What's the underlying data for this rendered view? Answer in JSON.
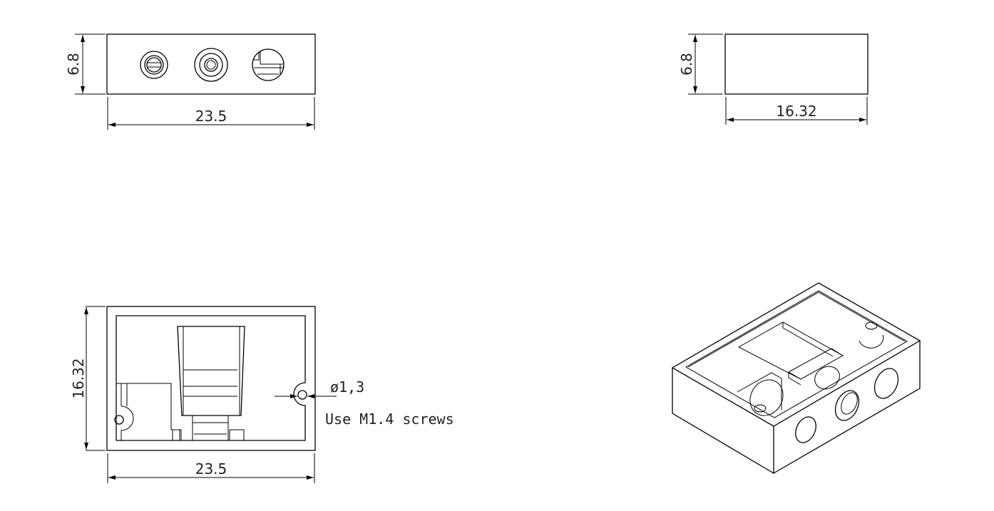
{
  "front_view": {
    "height_dim": "6.8",
    "width_dim": "23.5"
  },
  "side_view": {
    "height_dim": "6.8",
    "width_dim": "16.32"
  },
  "bottom_view": {
    "height_dim": "16.32",
    "width_dim": "23.5",
    "hole_dim": "ø1,3",
    "note": "Use M1.4 screws"
  },
  "colors": {
    "line": "#000000",
    "background": "#ffffff"
  }
}
